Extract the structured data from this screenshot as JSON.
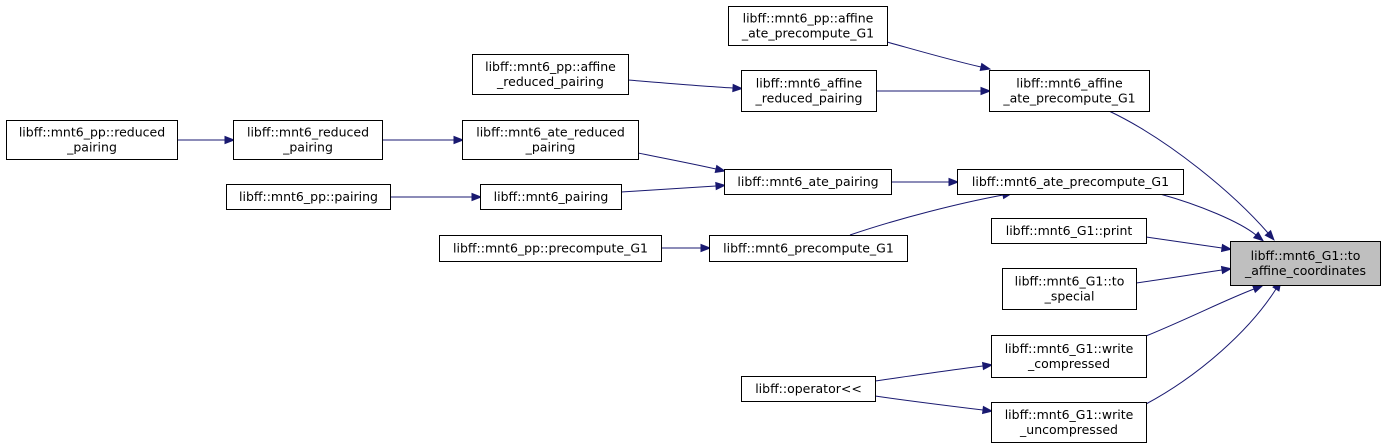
{
  "nodes": {
    "to_affine": {
      "lines": [
        "libff::mnt6_G1::to",
        "_affine_coordinates"
      ],
      "highlight": true
    },
    "pp_ate_precompute_G1": {
      "lines": [
        "libff::mnt6_pp::affine",
        "_ate_precompute_G1"
      ]
    },
    "pp_affine_reduced_pairing": {
      "lines": [
        "libff::mnt6_pp::affine",
        "_reduced_pairing"
      ]
    },
    "mnt6_affine_reduced_pairing": {
      "lines": [
        "libff::mnt6_affine",
        "_reduced_pairing"
      ]
    },
    "mnt6_affine_ate_precompute_G1": {
      "lines": [
        "libff::mnt6_affine",
        "_ate_precompute_G1"
      ]
    },
    "pp_reduced_pairing": {
      "lines": [
        "libff::mnt6_pp::reduced",
        "_pairing"
      ]
    },
    "mnt6_reduced_pairing": {
      "lines": [
        "libff::mnt6_reduced",
        "_pairing"
      ]
    },
    "mnt6_ate_reduced_pairing": {
      "lines": [
        "libff::mnt6_ate_reduced",
        "_pairing"
      ]
    },
    "mnt6_ate_pairing": {
      "lines": [
        "libff::mnt6_ate_pairing"
      ]
    },
    "mnt6_ate_precompute_G1": {
      "lines": [
        "libff::mnt6_ate_precompute_G1"
      ]
    },
    "pp_pairing": {
      "lines": [
        "libff::mnt6_pp::pairing"
      ]
    },
    "mnt6_pairing": {
      "lines": [
        "libff::mnt6_pairing"
      ]
    },
    "pp_precompute_G1": {
      "lines": [
        "libff::mnt6_pp::precompute_G1"
      ]
    },
    "mnt6_precompute_G1": {
      "lines": [
        "libff::mnt6_precompute_G1"
      ]
    },
    "print": {
      "lines": [
        "libff::mnt6_G1::print"
      ]
    },
    "to_special": {
      "lines": [
        "libff::mnt6_G1::to",
        "_special"
      ]
    },
    "write_compressed": {
      "lines": [
        "libff::mnt6_G1::write",
        "_compressed"
      ]
    },
    "operator_ll": {
      "lines": [
        "libff::operator<<"
      ]
    },
    "write_uncompressed": {
      "lines": [
        "libff::mnt6_G1::write",
        "_uncompressed"
      ]
    }
  },
  "edges": [
    {
      "from": "pp_ate_precompute_G1",
      "to": "mnt6_affine_ate_precompute_G1"
    },
    {
      "from": "pp_affine_reduced_pairing",
      "to": "mnt6_affine_reduced_pairing"
    },
    {
      "from": "mnt6_affine_reduced_pairing",
      "to": "mnt6_affine_ate_precompute_G1"
    },
    {
      "from": "mnt6_affine_ate_precompute_G1",
      "to": "to_affine"
    },
    {
      "from": "pp_reduced_pairing",
      "to": "mnt6_reduced_pairing"
    },
    {
      "from": "mnt6_reduced_pairing",
      "to": "mnt6_ate_reduced_pairing"
    },
    {
      "from": "mnt6_ate_reduced_pairing",
      "to": "mnt6_ate_pairing"
    },
    {
      "from": "pp_pairing",
      "to": "mnt6_pairing"
    },
    {
      "from": "mnt6_pairing",
      "to": "mnt6_ate_pairing"
    },
    {
      "from": "mnt6_ate_pairing",
      "to": "mnt6_ate_precompute_G1"
    },
    {
      "from": "pp_precompute_G1",
      "to": "mnt6_precompute_G1"
    },
    {
      "from": "mnt6_precompute_G1",
      "to": "mnt6_ate_precompute_G1"
    },
    {
      "from": "mnt6_ate_precompute_G1",
      "to": "to_affine"
    },
    {
      "from": "print",
      "to": "to_affine"
    },
    {
      "from": "to_special",
      "to": "to_affine"
    },
    {
      "from": "write_compressed",
      "to": "to_affine"
    },
    {
      "from": "write_uncompressed",
      "to": "to_affine"
    },
    {
      "from": "operator_ll",
      "to": "write_compressed"
    },
    {
      "from": "operator_ll",
      "to": "write_uncompressed"
    }
  ],
  "colors": {
    "edge": "#191970",
    "node_border": "#000000",
    "node_fill": "#ffffff",
    "focus_fill": "#bfbfbf"
  }
}
